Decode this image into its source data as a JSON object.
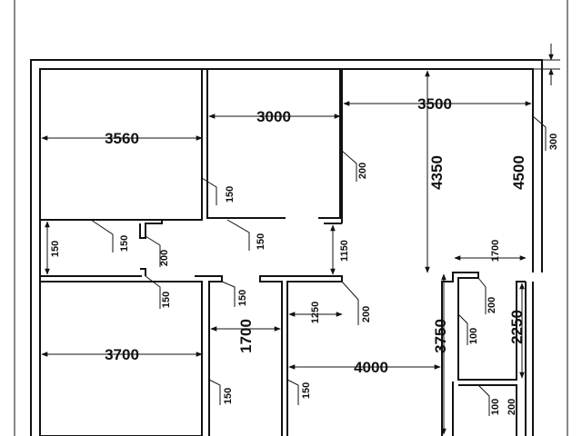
{
  "plan": {
    "dimensions": {
      "room_top_left_width": "3560",
      "room_top_mid_width": "3000",
      "room_top_right_width": "3500",
      "room_top_right_height": "4350",
      "room_right_height": "4500",
      "outer_wall_offset": "300",
      "wall_label_200_a": "200",
      "wall_label_150_a": "150",
      "wall_label_150_b": "150",
      "wall_label_150_c": "150",
      "corridor_height": "150",
      "wall_label_200_b": "200",
      "passage_height": "1150",
      "closet_width": "1700",
      "wall_label_150_d": "150",
      "wall_label_150_e": "150",
      "wall_label_200_c": "200",
      "bath_offset": "1250",
      "room_bottom_left_width": "3700",
      "hall_width": "1700",
      "wall_label_150_f": "150",
      "wall_label_150_g": "150",
      "room_bottom_mid_width": "4000",
      "room_bottom_mid_height": "3750",
      "wall_label_200_d": "200",
      "wall_label_100_a": "100",
      "bath_height": "2250",
      "wall_label_100_b": "100",
      "wall_label_200_e": "200"
    }
  }
}
